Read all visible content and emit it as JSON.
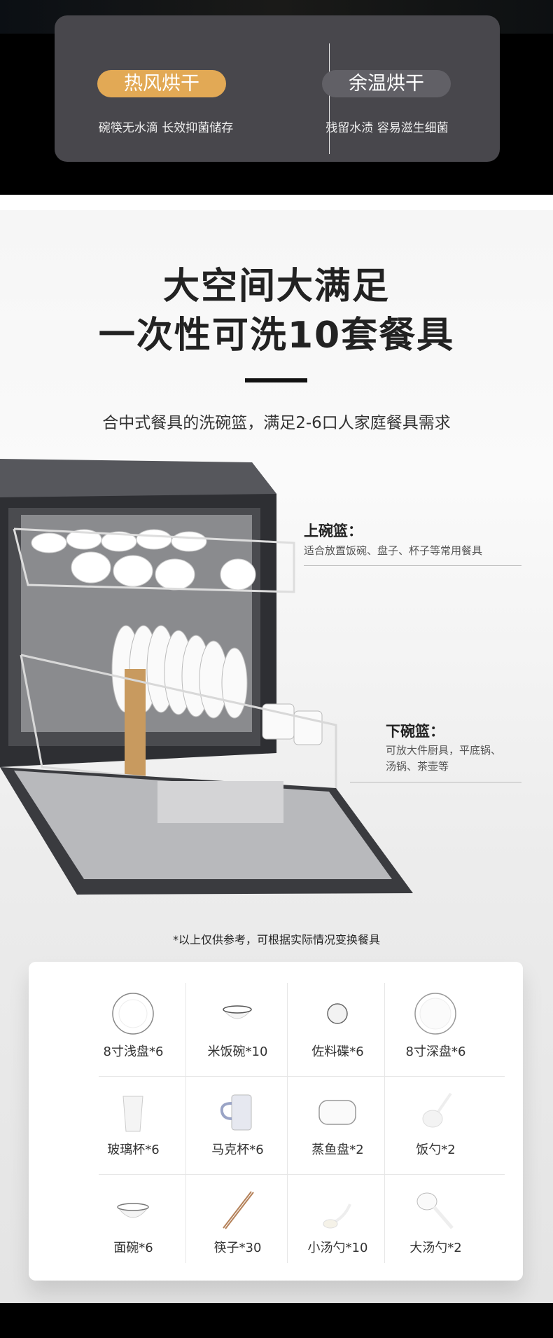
{
  "comparison": {
    "left": {
      "title": "热风烘干",
      "desc": "碗筷无水滴 长效抑菌储存",
      "color": "#e2a955"
    },
    "right": {
      "title": "余温烘干",
      "desc": "残留水渍 容易滋生细菌",
      "color": "#616066"
    }
  },
  "heading": {
    "line1": "大空间大满足",
    "line2": "一次性可洗10套餐具"
  },
  "subtitle": "合中式餐具的洗碗篮，满足2-6口人家庭餐具需求",
  "upper_basket": {
    "label": "上碗篮：",
    "desc": "适合放置饭碗、盘子、杯子等常用餐具"
  },
  "lower_basket": {
    "label": "下碗篮：",
    "desc1": "可放大件厨具，平底锅、",
    "desc2": "汤锅、茶壶等"
  },
  "note": "*以上仅供参考，可根据实际情况变换餐具",
  "items": [
    {
      "label": "8寸浅盘*6",
      "icon": "plate-icon"
    },
    {
      "label": "米饭碗*10",
      "icon": "rice-bowl-icon"
    },
    {
      "label": "佐料碟*6",
      "icon": "sauce-dish-icon"
    },
    {
      "label": "8寸深盘*6",
      "icon": "deep-plate-icon"
    },
    {
      "label": "玻璃杯*6",
      "icon": "glass-icon"
    },
    {
      "label": "马克杯*6",
      "icon": "mug-icon"
    },
    {
      "label": "蒸鱼盘*2",
      "icon": "fish-plate-icon"
    },
    {
      "label": "饭勺*2",
      "icon": "rice-spoon-icon"
    },
    {
      "label": "面碗*6",
      "icon": "noodle-bowl-icon"
    },
    {
      "label": "筷子*30",
      "icon": "chopsticks-icon"
    },
    {
      "label": "小汤勺*10",
      "icon": "small-spoon-icon"
    },
    {
      "label": "大汤勺*2",
      "icon": "ladle-icon"
    }
  ]
}
